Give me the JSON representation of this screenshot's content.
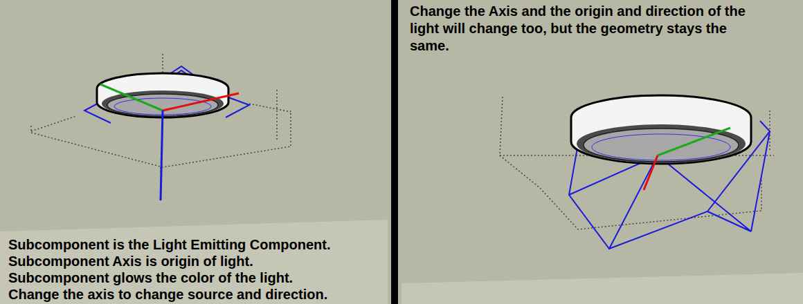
{
  "diagram": {
    "labels": [
      "Subcomponent is the Light Emitting Component.",
      "Subcomponent Axis is origin of light.",
      "Subcomponent glows the color of the light.",
      "Change the axis to change source and direction.",
      "Change the Axis and the origin and direction of the light will change too, but the geometry stays the same."
    ]
  }
}
